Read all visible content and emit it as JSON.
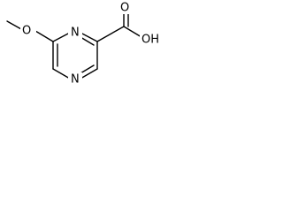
{
  "molecule": {
    "atoms": {
      "N_top": "N",
      "N_bottom": "N",
      "O_methoxy": "O",
      "O_carbonyl": "O",
      "OH": "OH"
    },
    "colors": {
      "bond": "#000000",
      "text": "#000000",
      "background": "#ffffff"
    }
  }
}
